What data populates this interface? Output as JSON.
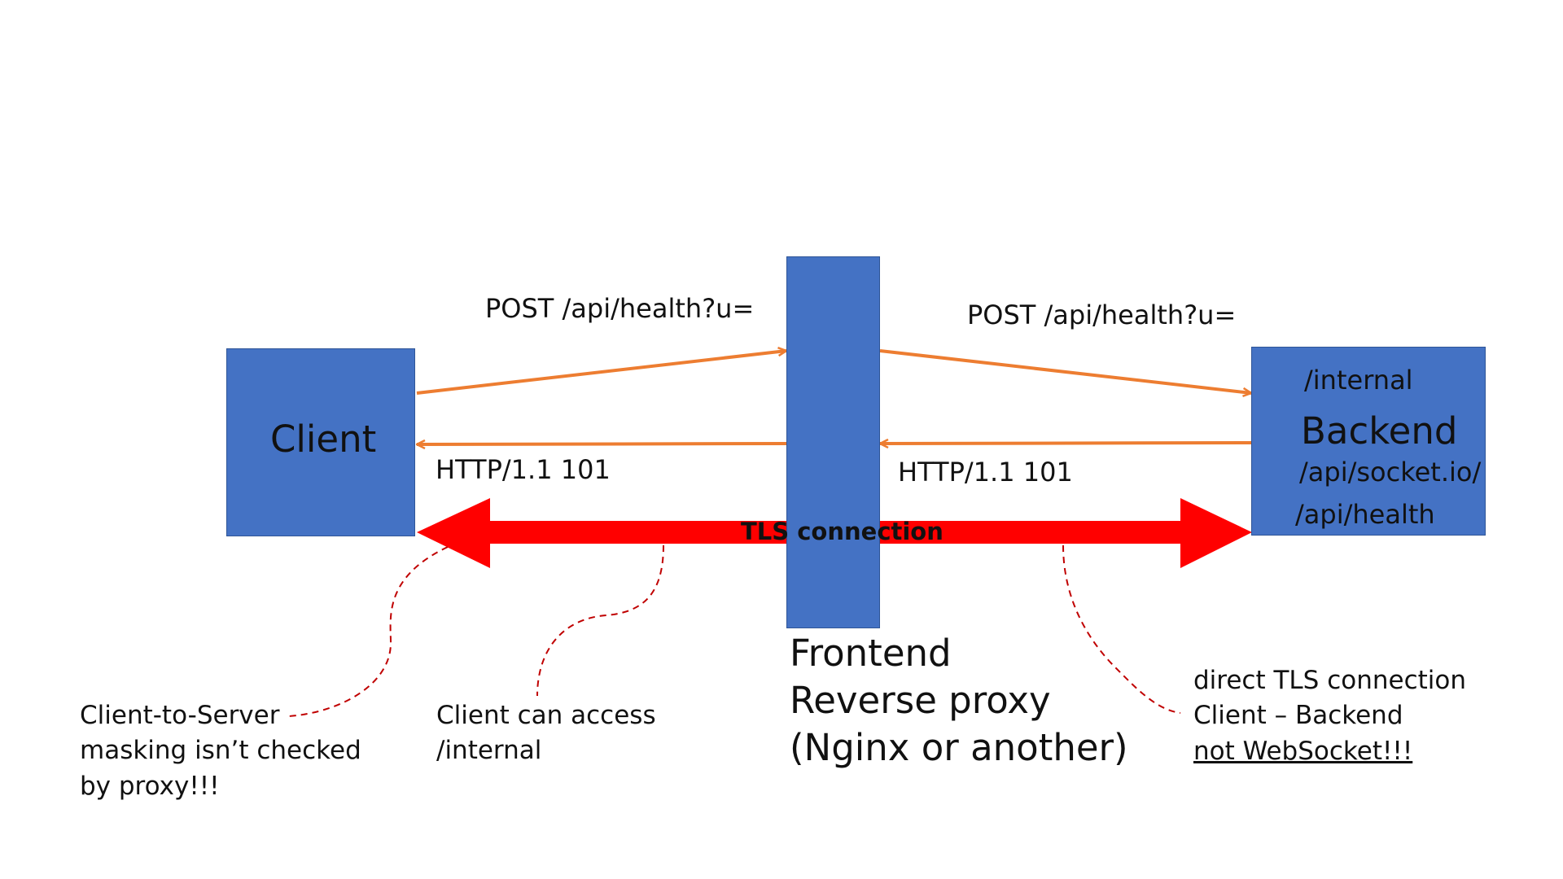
{
  "nodes": {
    "client": {
      "label": "Client"
    },
    "proxy": {
      "label_lines": [
        "Frontend",
        "Reverse proxy",
        "(Nginx or another)"
      ]
    },
    "backend": {
      "label": "Backend",
      "paths": [
        "/internal",
        "/api/socket.io/",
        "/api/health"
      ]
    }
  },
  "edges": {
    "client_to_proxy_request": "POST /api/health?u=",
    "proxy_to_backend_request": "POST /api/health?u=",
    "proxy_to_client_response": "HTTP/1.1 101",
    "backend_to_proxy_response": "HTTP/1.1 101",
    "tls": "TLS connection"
  },
  "notes": {
    "masking": [
      "Client-to-Server",
      "masking isn’t checked",
      "by proxy!!!"
    ],
    "access": [
      "Client can access",
      "/internal"
    ],
    "direct": [
      "direct TLS connection",
      "Client – Backend",
      "not WebSocket!!!"
    ]
  },
  "colors": {
    "box_fill": "#4472C4",
    "arrow_orange": "#ED7D31",
    "tls_red": "#FF0000",
    "callout_red": "#C00000"
  }
}
